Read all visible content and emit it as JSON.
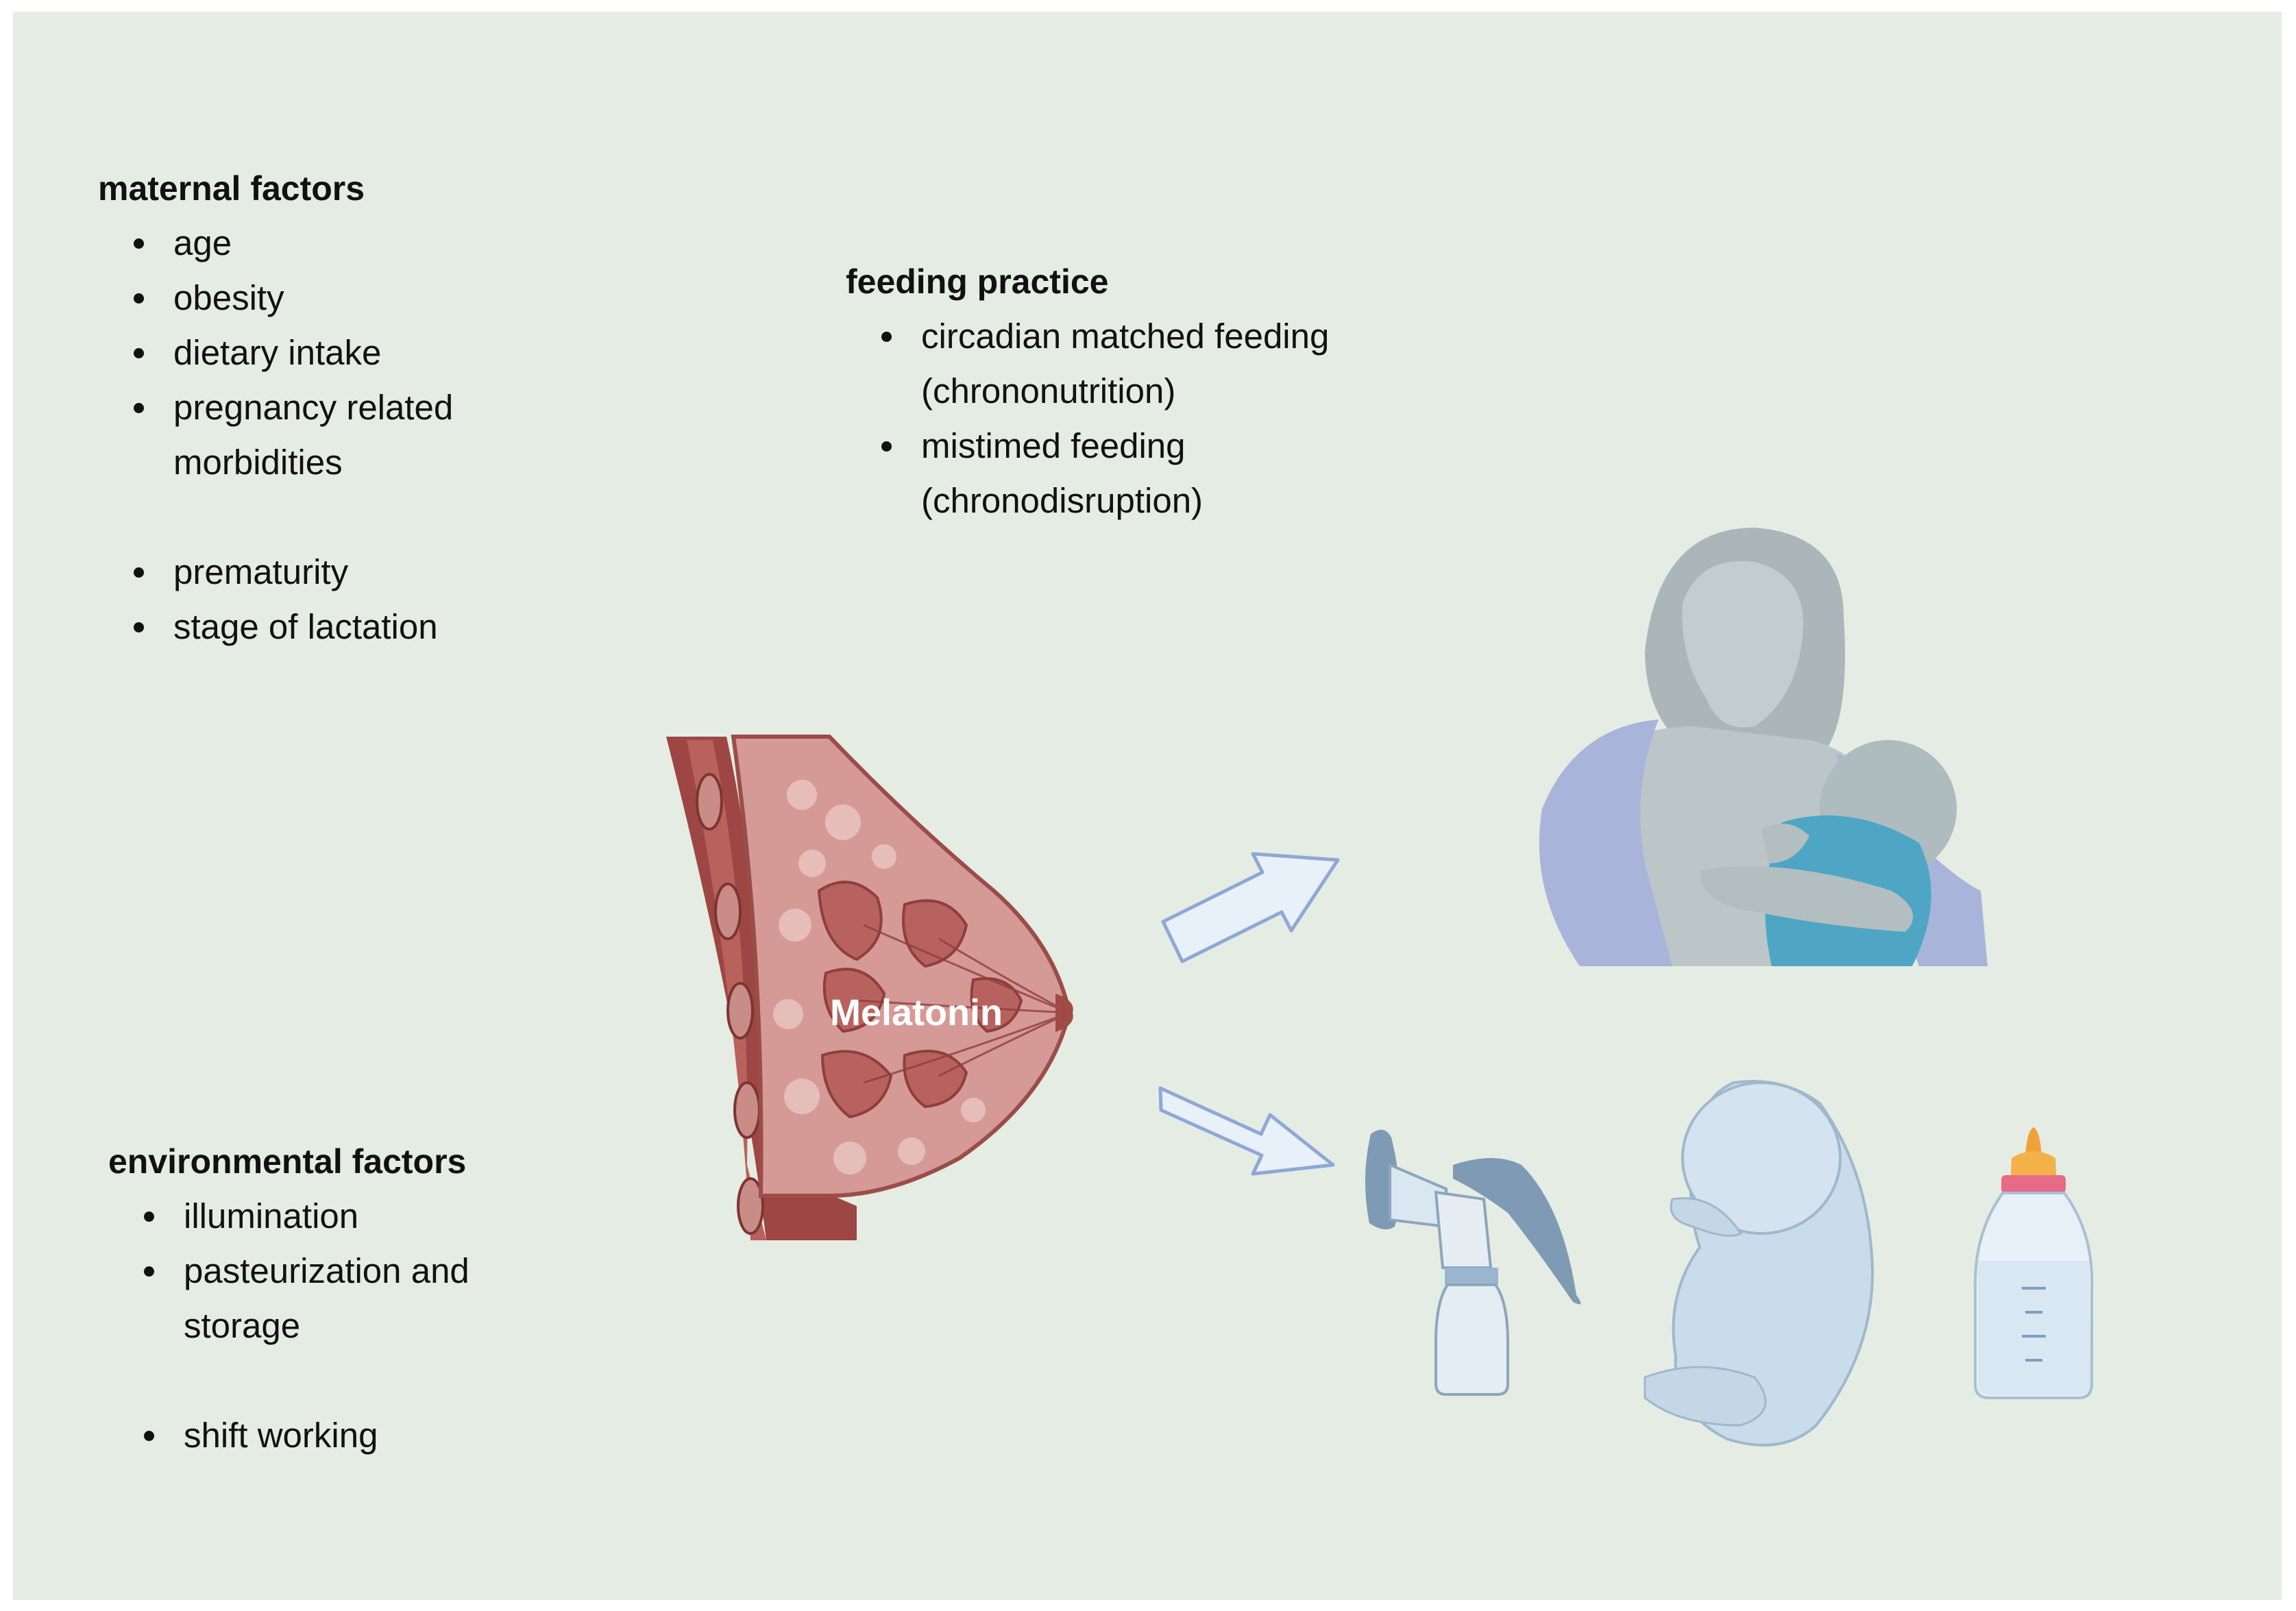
{
  "maternal": {
    "heading": "maternal factors",
    "items": [
      "age",
      "obesity",
      "dietary intake",
      "pregnancy related morbidities",
      "prematurity",
      "stage of lactation"
    ]
  },
  "feeding": {
    "heading": "feeding practice",
    "items": [
      "circadian matched feeding (chrononutrition)",
      "mistimed feeding (chronodisruption)"
    ]
  },
  "environmental": {
    "heading": "environmental factors",
    "items": [
      "illumination",
      "pasteurization and storage",
      "shift working"
    ]
  },
  "breast_label": "Melatonin",
  "colors": {
    "background": "#e5ece3",
    "breast_tissue": "#c77b78",
    "lobules": "#b05e5c",
    "arrow_fill": "#e8f0fa",
    "arrow_stroke": "#8ea8d6",
    "mother": "#b8c2c6",
    "shawl": "#a9b4da",
    "baby_blanket": "#4ea6c4",
    "pump": "#9ab6cf",
    "fetus": "#c9dceb",
    "nipple": "#f0a23a",
    "bottle_ring": "#e76a86"
  }
}
